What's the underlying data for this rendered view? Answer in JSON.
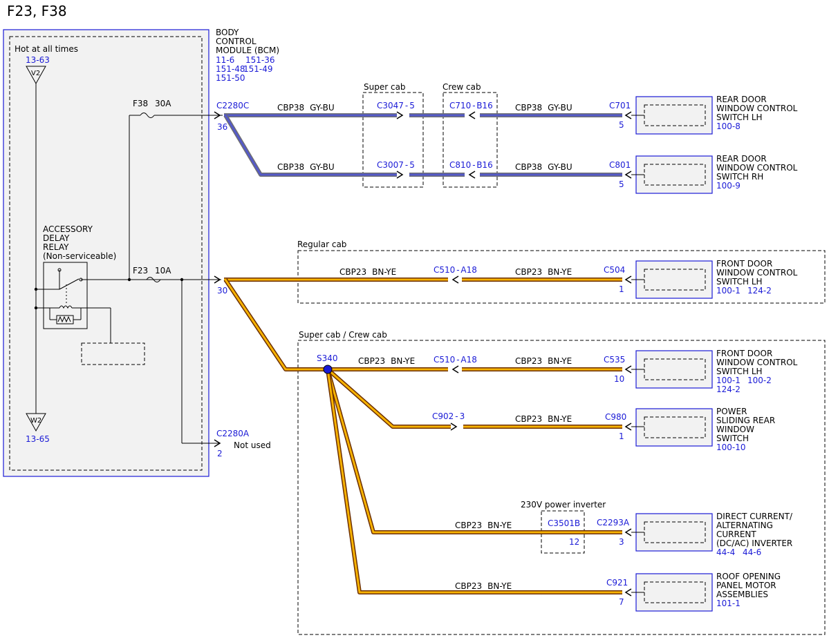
{
  "page_title": "F23, F38",
  "colors": {
    "link_blue": "#1a1ad6",
    "wire_gy_bu_outer": "#6e6e74",
    "wire_gy_bu_inner": "#5459c9",
    "wire_bn_ye_outer": "#6b2e00",
    "wire_bn_ye_inner": "#f7b300",
    "box_fill": "#f2f2f2"
  },
  "bcm": {
    "name_lines": [
      "BODY",
      "CONTROL",
      "MODULE (BCM)"
    ],
    "refs": [
      "11-6",
      "151-36",
      "151-48",
      "151-49",
      "151-50"
    ],
    "hot_label": "Hot at all times",
    "v2": {
      "ref": "13-63",
      "glyph": "V2"
    },
    "w2": {
      "ref": "13-65",
      "glyph": "W2"
    },
    "relay_lines": [
      "ACCESSORY",
      "DELAY",
      "RELAY",
      "(Non-serviceable)"
    ],
    "fuse_f38": {
      "name": "F38",
      "rating": "30A"
    },
    "fuse_f23": {
      "name": "F23",
      "rating": "10A"
    },
    "connectors": {
      "c2280c": {
        "id": "C2280C",
        "pin36": "36",
        "pin30": "30"
      },
      "c2280a": {
        "id": "C2280A",
        "pin": "2",
        "note": "Not used"
      }
    }
  },
  "variant_labels": {
    "super_cab": "Super cab",
    "crew_cab": "Crew cab",
    "regular_cab": "Regular cab",
    "super_crew_cab": "Super cab / Crew cab",
    "power_inverter": "230V power inverter"
  },
  "wires": {
    "cbp38": {
      "circuit": "CBP38",
      "color": "GY-BU"
    },
    "cbp23": {
      "circuit": "CBP23",
      "color": "BN-YE"
    }
  },
  "inline_connectors": {
    "c3047": {
      "id": "C3047",
      "pin": "5"
    },
    "c3007": {
      "id": "C3007",
      "pin": "5"
    },
    "c710": {
      "id": "C710",
      "pin": "B16"
    },
    "c810": {
      "id": "C810",
      "pin": "B16"
    },
    "c510_regular": {
      "id": "C510",
      "pin": "A18"
    },
    "c510_super": {
      "id": "C510",
      "pin": "A18"
    },
    "c902": {
      "id": "C902",
      "pin": "3"
    },
    "c3501b": {
      "id": "C3501B",
      "pin": "12"
    }
  },
  "splice": {
    "id": "S340"
  },
  "components": [
    {
      "key": "rdwcs_lh",
      "connector": "C701",
      "pin": "5",
      "name_lines": [
        "REAR DOOR",
        "WINDOW CONTROL",
        "SWITCH LH"
      ],
      "refs": [
        "100-8"
      ]
    },
    {
      "key": "rdwcs_rh",
      "connector": "C801",
      "pin": "5",
      "name_lines": [
        "REAR DOOR",
        "WINDOW CONTROL",
        "SWITCH RH"
      ],
      "refs": [
        "100-9"
      ]
    },
    {
      "key": "fdwcs_lh_reg",
      "connector": "C504",
      "pin": "1",
      "name_lines": [
        "FRONT DOOR",
        "WINDOW CONTROL",
        "SWITCH LH"
      ],
      "refs": [
        "100-1",
        "124-2"
      ]
    },
    {
      "key": "fdwcs_lh_super",
      "connector": "C535",
      "pin": "10",
      "name_lines": [
        "FRONT DOOR",
        "WINDOW CONTROL",
        "SWITCH LH"
      ],
      "refs": [
        "100-1",
        "100-2",
        "124-2"
      ]
    },
    {
      "key": "psrw",
      "connector": "C980",
      "pin": "1",
      "name_lines": [
        "POWER",
        "SLIDING REAR",
        "WINDOW",
        "SWITCH"
      ],
      "refs": [
        "100-10"
      ]
    },
    {
      "key": "dcac",
      "connector": "C2293A",
      "pin": "3",
      "name_lines": [
        "DIRECT CURRENT/",
        "ALTERNATING",
        "CURRENT",
        "(DC/AC) INVERTER"
      ],
      "refs": [
        "44-4",
        "44-6"
      ]
    },
    {
      "key": "roof",
      "connector": "C921",
      "pin": "7",
      "name_lines": [
        "ROOF OPENING",
        "PANEL MOTOR",
        "ASSEMBLIES"
      ],
      "refs": [
        "101-1"
      ]
    }
  ]
}
